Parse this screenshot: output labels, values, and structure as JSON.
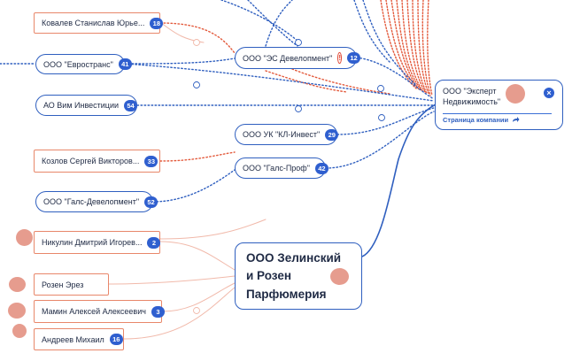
{
  "people": {
    "kovalev": {
      "name": "Ковалев Станислав Юрье...",
      "count": "18"
    },
    "kozlov": {
      "name": "Козлов Сергей Викторов...",
      "count": "33"
    },
    "nikulin": {
      "name": "Никулин Дмитрий Игорев...",
      "count": "2"
    },
    "rozen": {
      "name": "Розен Эрез"
    },
    "mamin": {
      "name": "Мамин Алексей Алексеевич",
      "count": "3"
    },
    "andreev": {
      "name": "Андреев Михаил",
      "count": "16"
    }
  },
  "companies": {
    "evrostroy": {
      "name": "ООО \"Евространс\"",
      "count": "41"
    },
    "vim": {
      "name": "АО Вим Инвестиции",
      "count": "54"
    },
    "es": {
      "name": "ООО \"ЭС Девелопмент\"",
      "count": "12",
      "warning": "!"
    },
    "kl": {
      "name": "ООО УК \"КЛ-Инвест\"",
      "count": "29"
    },
    "galsprof": {
      "name": "ООО \"Галс-Проф\"",
      "count": "42"
    },
    "galsdev": {
      "name": "ООО \"Галс-Девелопмент\"",
      "count": "52"
    }
  },
  "main_node": {
    "name": "ООО Зелинский и Розен Парфюмерия"
  },
  "detail_card": {
    "title": "ООО \"Эксперт Недвижимость\"",
    "link_label": "Страница компании",
    "link_icon": "share-arrow-icon",
    "close_icon": "close-icon"
  },
  "colors": {
    "accent": "#2f5fcf",
    "person_border": "#e8876a",
    "edge_red": "#e35a3c",
    "edge_blue": "#2f5fbf",
    "redaction": "#e38e7e"
  }
}
